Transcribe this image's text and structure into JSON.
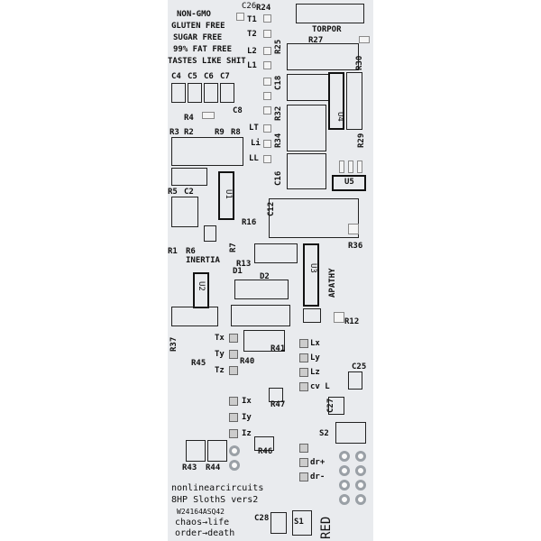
{
  "board": {
    "claims": [
      "NON-GMO",
      "GLUTEN FREE",
      "SUGAR FREE",
      "99% FAT FREE",
      "TASTES LIKE SHIT"
    ],
    "brand": "nonlinearcircuits",
    "model": "8HP SlothS vers2",
    "serial": "W24164ASQ42",
    "motto1": "chaos→life",
    "motto2": "order→death",
    "color_label": "RED",
    "section_labels": [
      "TORPOR",
      "INERTIA",
      "APATHY"
    ],
    "ref_labels": {
      "c26": "C26",
      "r24": "R24",
      "t1": "T1",
      "t2": "T2",
      "l2": "L2",
      "l1": "L1",
      "r27": "R27",
      "r30": "R30",
      "c4": "C4",
      "c5": "C5",
      "c6": "C6",
      "c7": "C7",
      "r25": "R25",
      "c18": "C18",
      "r4": "R4",
      "c8": "C8",
      "r3": "R3",
      "r2": "R2",
      "r9": "R9",
      "r8": "R8",
      "r32": "R32",
      "lt": "LT",
      "li": "Li",
      "ll": "LL",
      "r34": "R34",
      "r29": "R29",
      "c16": "C16",
      "u5": "U5",
      "r5": "R5",
      "c2": "C2",
      "c12": "C12",
      "r16": "R16",
      "r36": "R36",
      "r7": "R7",
      "r1": "R1",
      "r6": "R6",
      "r13": "R13",
      "d1": "D1",
      "d2": "D2",
      "r12": "R12",
      "r37": "R37",
      "tx": "Tx",
      "ty": "Ty",
      "tz": "Tz",
      "r41": "R41",
      "lx": "Lx",
      "ly": "Ly",
      "lz": "Lz",
      "r45": "R45",
      "r40": "R40",
      "cvl": "cv L",
      "c25": "C25",
      "ix": "Ix",
      "iy": "Iy",
      "iz": "Iz",
      "r47": "R47",
      "c27": "C27",
      "s2": "S2",
      "r46": "R46",
      "r43": "R43",
      "r44": "R44",
      "drp": "dr+",
      "drm": "dr-",
      "c28": "C28",
      "s1": "S1",
      "u1": "U1",
      "u2": "U2",
      "u3": "U3",
      "u4": "U4"
    }
  }
}
